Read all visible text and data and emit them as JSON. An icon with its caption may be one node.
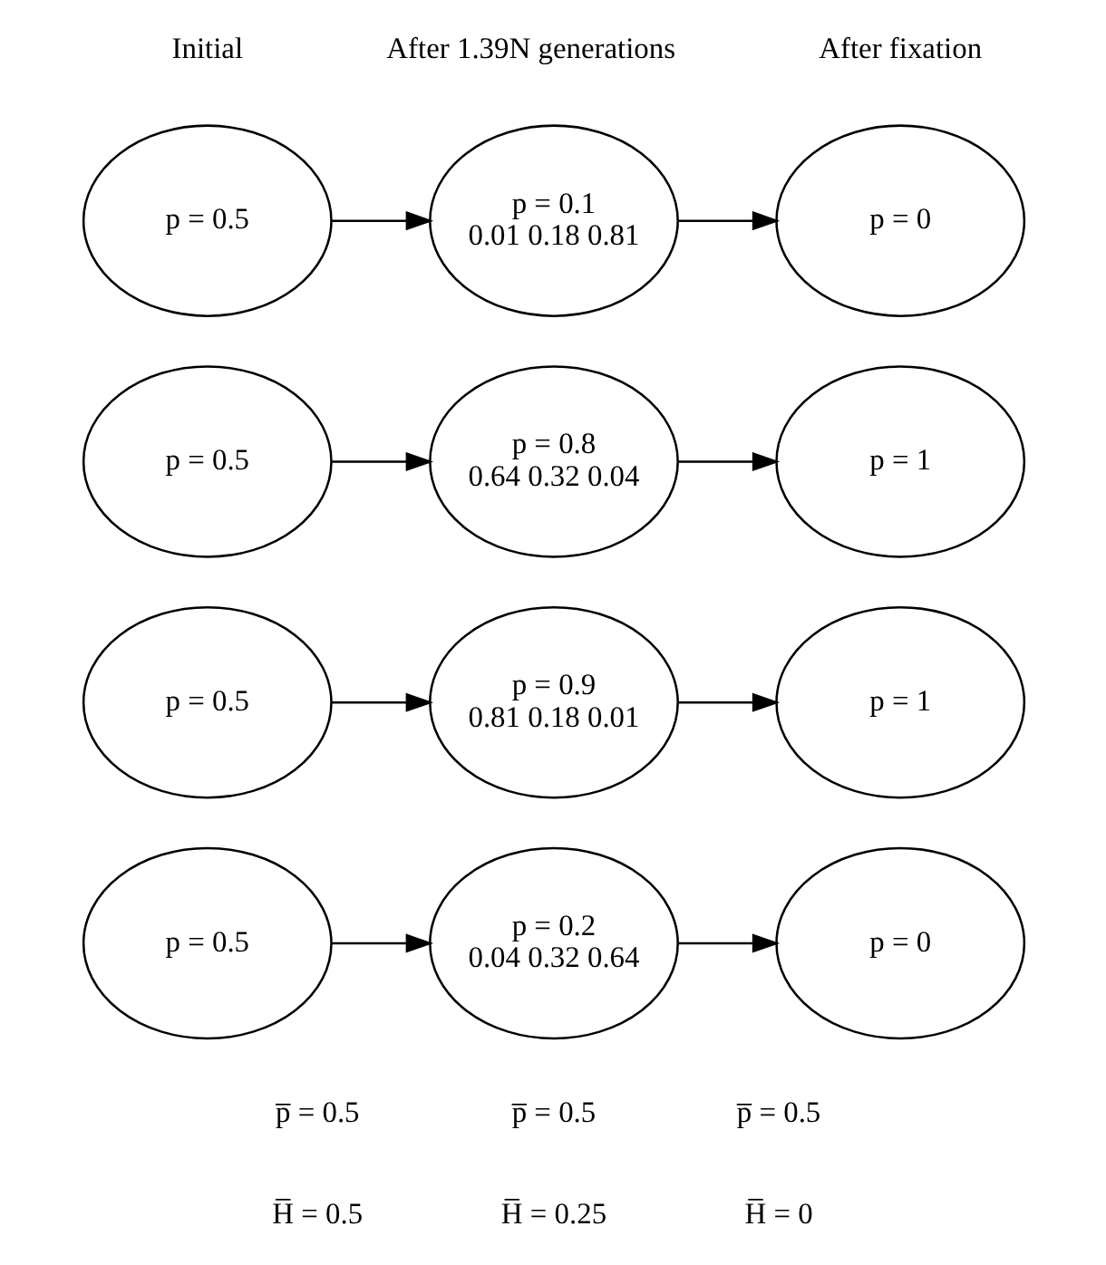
{
  "diagram": {
    "nodes": [
      {
        "text": [
          "p = 0.5"
        ]
      },
      {
        "text": [
          "p = 0.1",
          "0.01 0.18 0.81"
        ]
      },
      {
        "text": [
          "p = 0"
        ]
      },
      {
        "text": [
          "p = 0.5"
        ]
      },
      {
        "text": [
          "p = 0.8",
          "0.64 0.32 0.04"
        ]
      },
      {
        "text": [
          "p = 1"
        ]
      },
      {
        "text": [
          "p = 0.5"
        ]
      },
      {
        "text": [
          "p = 0.9",
          "0.81 0.18 0.01"
        ]
      },
      {
        "text": [
          "p = 1"
        ]
      },
      {
        "text": [
          "p = 0.5"
        ]
      },
      {
        "text": [
          "p = 0.2",
          "0.04 0.32 0.64"
        ]
      },
      {
        "text": [
          "p = 0"
        ]
      }
    ],
    "edges": [
      {
        "from": 0,
        "to": 1,
        "arrow": "to"
      },
      {
        "from": 1,
        "to": 2,
        "arrow": "to"
      },
      {
        "from": 3,
        "to": 4,
        "arrow": "to"
      },
      {
        "from": 4,
        "to": 5,
        "arrow": "to"
      },
      {
        "from": 6,
        "to": 7,
        "arrow": "to"
      },
      {
        "from": 7,
        "to": 8,
        "arrow": "to"
      },
      {
        "from": 9,
        "to": 10,
        "arrow": "to"
      },
      {
        "from": 10,
        "to": 11,
        "arrow": "to"
      }
    ],
    "labels": [
      "Initial",
      "After 1.39N generations",
      "After fixation",
      "p̅ = 0.5",
      "p̅ = 0.5",
      "p̅ = 0.5",
      "H̅ = 0.5",
      "H̅ = 0.25",
      "H̅ = 0"
    ]
  }
}
